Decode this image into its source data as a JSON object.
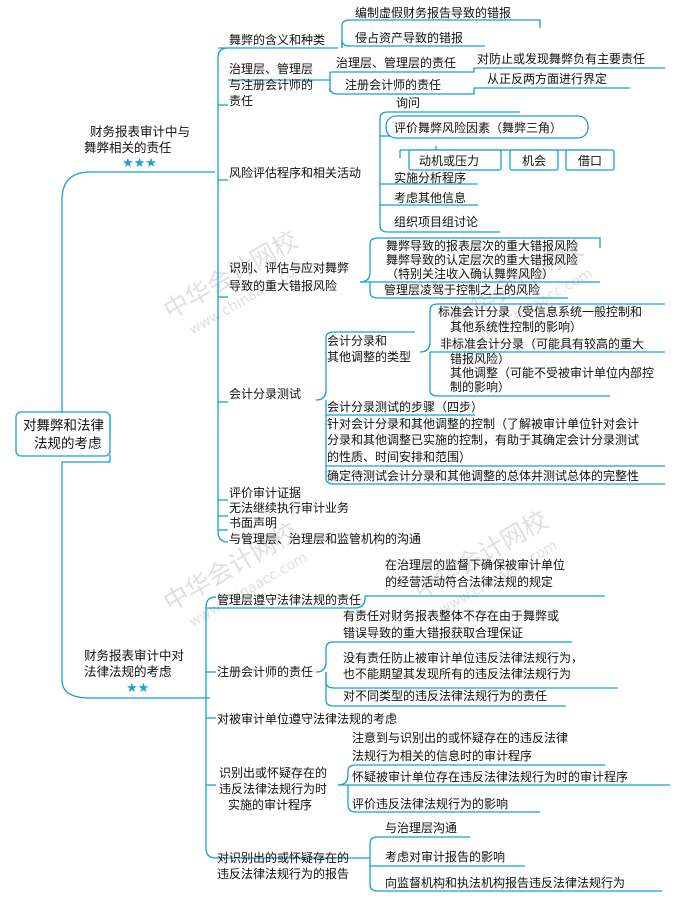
{
  "watermarks": [
    {
      "cn": "中华会计网校",
      "url": "www.chinaacc.com"
    },
    {
      "cn": "中华会计网校",
      "url": "www.chinaacc.com"
    },
    {
      "cn": "中华会计网校",
      "url": "www.chinaacc.com"
    },
    {
      "cn": "中华会计网校",
      "url": "www.chinaacc.com"
    }
  ],
  "root": {
    "lines": [
      "对舞弊和法律",
      "法规的考虑"
    ]
  },
  "branches": [
    {
      "lines": [
        "财务报表审计中与",
        "舞弊相关的责任"
      ],
      "stars": "★★★"
    },
    {
      "lines": [
        "财务报表审计中对",
        "法律法规的考虑"
      ],
      "stars": "★★"
    }
  ],
  "nodes": [
    {
      "lines": [
        "舞弊的含义和种类"
      ]
    },
    {
      "lines": [
        "编制虚假财务报告导致的错报"
      ]
    },
    {
      "lines": [
        "侵占资产导致的错报"
      ]
    },
    {
      "lines": [
        "治理层、管理层",
        "与注册会计师的",
        "责任"
      ]
    },
    {
      "lines": [
        "治理层、管理层的责任"
      ]
    },
    {
      "lines": [
        "对防止或发现舞弊负有主要责任"
      ]
    },
    {
      "lines": [
        "注册会计师的责任"
      ]
    },
    {
      "lines": [
        "从正反两方面进行界定"
      ]
    },
    {
      "lines": [
        "风险评估程序和相关活动"
      ]
    },
    {
      "lines": [
        "询问"
      ]
    },
    {
      "lines": [
        "评价舞弊风险因素（舞弊三角）"
      ]
    },
    {
      "lines": [
        "动机或压力"
      ]
    },
    {
      "lines": [
        "机会"
      ]
    },
    {
      "lines": [
        "借口"
      ]
    },
    {
      "lines": [
        "实施分析程序"
      ]
    },
    {
      "lines": [
        "考虑其他信息"
      ]
    },
    {
      "lines": [
        "组织项目组讨论"
      ]
    },
    {
      "lines": [
        "识别、评估与应对舞弊",
        "导致的重大错报风险"
      ]
    },
    {
      "lines": [
        "舞弊导致的报表层次的重大错报风险"
      ]
    },
    {
      "lines": [
        "舞弊导致的认定层次的重大错报风险",
        "（特别关注收入确认舞弊风险）"
      ]
    },
    {
      "lines": [
        "管理层凌驾于控制之上的风险"
      ]
    },
    {
      "lines": [
        "会计分录测试"
      ]
    },
    {
      "lines": [
        "会计分录和",
        "其他调整的类型"
      ]
    },
    {
      "lines": [
        "标准会计分录（受信息系统一般控制和",
        "其他系统性控制的影响）"
      ]
    },
    {
      "lines": [
        "非标准会计分录（可能具有较高的重大",
        "错报风险）"
      ]
    },
    {
      "lines": [
        "其他调整（可能不受被审计单位内部控",
        "制的影响）"
      ]
    },
    {
      "lines": [
        "会计分录测试的步骤（四步）"
      ]
    },
    {
      "lines": [
        "针对会计分录和其他调整的控制（了解被审计单位针对会计",
        "分录和其他调整已实施的控制，有助于其确定会计分录测试",
        "的性质、时间安排和范围）"
      ]
    },
    {
      "lines": [
        "确定待测试会计分录和其他调整的总体并测试总体的完整性"
      ]
    },
    {
      "lines": [
        "评价审计证据"
      ]
    },
    {
      "lines": [
        "无法继续执行审计业务"
      ]
    },
    {
      "lines": [
        "书面声明"
      ]
    },
    {
      "lines": [
        "与管理层、治理层和监管机构的沟通"
      ]
    },
    {
      "lines": [
        "管理层遵守法律法规的责任"
      ]
    },
    {
      "lines": [
        "在治理层的监督下确保被审计单位",
        "的经营活动符合法律法规的规定"
      ]
    },
    {
      "lines": [
        "注册会计师的责任"
      ]
    },
    {
      "lines": [
        "有责任对财务报表整体不存在由于舞弊或",
        "错误导致的重大错报获取合理保证"
      ]
    },
    {
      "lines": [
        "没有责任防止被审计单位违反法律法规行为，",
        "也不能期望其发现所有的违反法律法规行为"
      ]
    },
    {
      "lines": [
        "对不同类型的违反法律法规行为的责任"
      ]
    },
    {
      "lines": [
        "对被审计单位遵守法律法规的考虑"
      ]
    },
    {
      "lines": [
        "识别出或怀疑存在的",
        "违反法律法规行为时",
        "实施的审计程序"
      ]
    },
    {
      "lines": [
        "注意到与识别出的或怀疑存在的违反法律",
        "法规行为相关的信息时的审计程序"
      ]
    },
    {
      "lines": [
        "怀疑被审计单位存在违反法律法规行为时的审计程序"
      ]
    },
    {
      "lines": [
        "评价违反法律法规行为的影响"
      ]
    },
    {
      "lines": [
        "对识别出的或怀疑存在的",
        "违反法律法规行为的报告"
      ]
    },
    {
      "lines": [
        "与治理层沟通"
      ]
    },
    {
      "lines": [
        "考虑对审计报告的影响"
      ]
    },
    {
      "lines": [
        "向监督机构和执法机构报告违反法律法规行为"
      ]
    }
  ]
}
